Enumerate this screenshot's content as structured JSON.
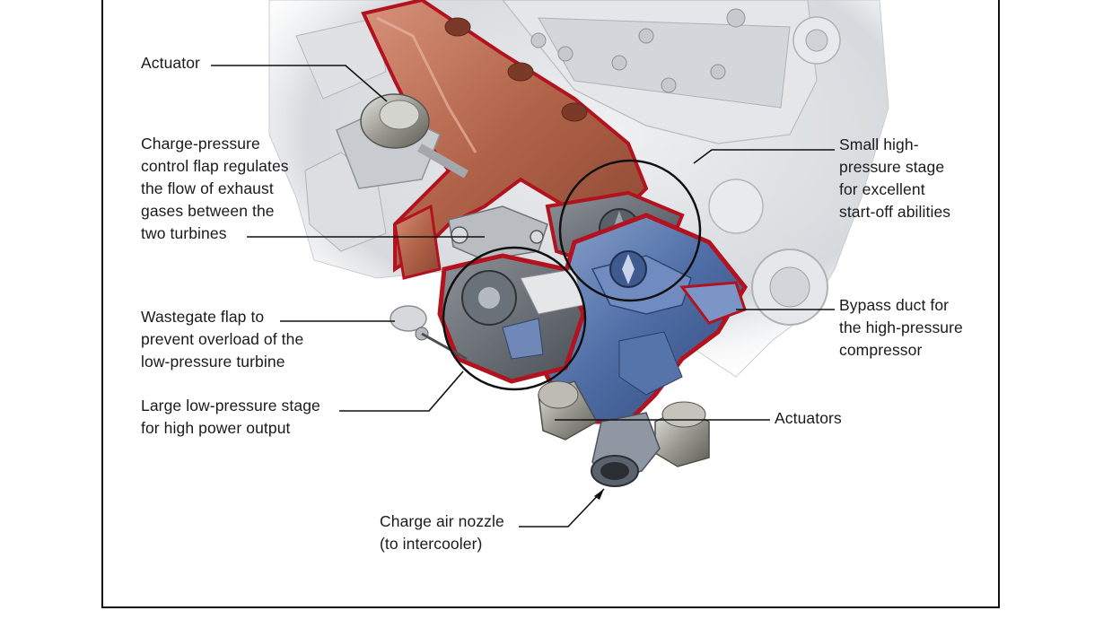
{
  "labels": {
    "actuator": "Actuator",
    "charge_pressure_flap": "Charge-pressure\ncontrol flap regulates\nthe flow of exhaust\ngases between the\ntwo turbines",
    "wastegate_flap": "Wastegate flap to\nprevent overload of the\nlow-pressure turbine",
    "low_pressure_stage": "Large low-pressure stage\nfor high power output",
    "high_pressure_stage": "Small high-\npressure stage\nfor excellent\nstart-off abilities",
    "bypass_duct": "Bypass duct for\nthe high-pressure\ncompressor",
    "actuators": "Actuators",
    "charge_air_nozzle": "Charge air nozzle\n(to intercooler)"
  },
  "colors": {
    "exhaust_red": "#b3121f",
    "manifold_copper": "#b8674a",
    "compressor_blue": "#4d6fa8",
    "engine_gray": "#d9dbde",
    "leader_line": "#111111"
  }
}
